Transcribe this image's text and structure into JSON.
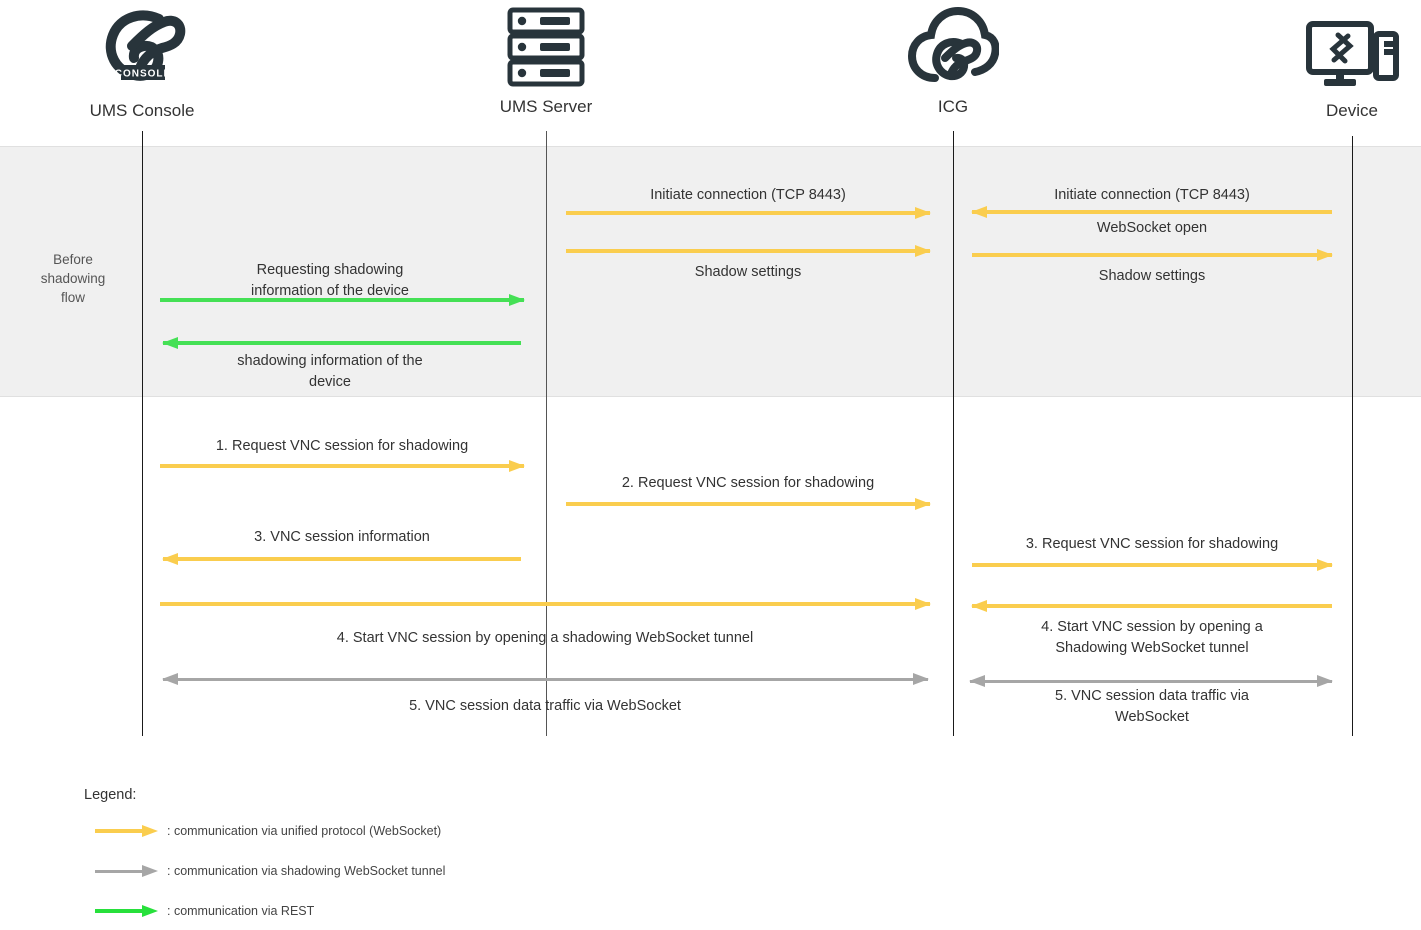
{
  "diagram": {
    "title": "IGEL UMS device shadowing sequence diagram",
    "colors": {
      "unified_protocol": "#FACD4E",
      "shadowing_tunnel": "#A6A6A6",
      "rest": "#45E055",
      "band_background": "#f0f0f0",
      "lifeline": "#1a1a1a",
      "text": "#333333"
    }
  },
  "actors": [
    {
      "id": "ums-console",
      "label": "UMS Console",
      "icon": "igel-console-logo-icon"
    },
    {
      "id": "ums-server",
      "label": "UMS Server",
      "icon": "server-rack-icon"
    },
    {
      "id": "icg",
      "label": "ICG",
      "icon": "cloud-gateway-icon"
    },
    {
      "id": "device",
      "label": "Device",
      "icon": "desktop-device-icon"
    }
  ],
  "phase": {
    "label": "Before\nshadowing\nflow",
    "label_lines": [
      "Before",
      "shadowing",
      "flow"
    ]
  },
  "messages": {
    "before_flow": [
      {
        "id": "m-requesting-shadowing-info",
        "text": "Requesting shadowing\ninformation of the device",
        "from": "ums-console",
        "to": "ums-server",
        "direction": "right",
        "style": "rest"
      },
      {
        "id": "m-shadowing-info",
        "text": "shadowing information of the\ndevice",
        "from": "ums-server",
        "to": "ums-console",
        "direction": "left",
        "style": "rest"
      },
      {
        "id": "m-initiate-connection-server",
        "text": "Initiate connection (TCP 8443)",
        "from": "ums-server",
        "to": "icg",
        "direction": "right",
        "style": "unified"
      },
      {
        "id": "m-shadow-settings-server",
        "text": "Shadow settings",
        "from": "ums-server",
        "to": "icg",
        "direction": "right",
        "style": "unified"
      },
      {
        "id": "m-initiate-connection-device",
        "text": "Initiate connection (TCP 8443)",
        "from": "device",
        "to": "icg",
        "direction": "left",
        "style": "unified"
      },
      {
        "id": "m-websocket-open",
        "text": "WebSocket open",
        "from": "icg",
        "to": "device",
        "direction": "right",
        "style": "unified"
      },
      {
        "id": "m-shadow-settings-device",
        "text": "Shadow settings",
        "from": "icg",
        "to": "device",
        "direction": "right",
        "style": "unified"
      }
    ],
    "shadowing_flow": [
      {
        "id": "m-step-1",
        "step": "1.",
        "text": "1.   Request VNC session for shadowing",
        "from": "ums-console",
        "to": "ums-server",
        "direction": "right",
        "style": "unified"
      },
      {
        "id": "m-step-2",
        "step": "2.",
        "text": "2.   Request VNC session for shadowing",
        "from": "ums-server",
        "to": "icg",
        "direction": "right",
        "style": "unified"
      },
      {
        "id": "m-step-3-left",
        "step": "3.",
        "text": "3.   VNC session information",
        "from": "ums-server",
        "to": "ums-console",
        "direction": "left",
        "style": "unified"
      },
      {
        "id": "m-step-3-right",
        "step": "3.",
        "text": "3.   Request VNC session for shadowing",
        "from": "icg",
        "to": "device",
        "direction": "right",
        "style": "unified"
      },
      {
        "id": "m-step-4-left",
        "step": "4.",
        "text": "4.   Start VNC session by opening a shadowing WebSocket tunnel",
        "from": "ums-console",
        "to": "icg",
        "direction": "right",
        "style": "unified"
      },
      {
        "id": "m-step-4-right",
        "step": "4.",
        "text": "4.   Start VNC session by opening a\nShadowing WebSocket tunnel",
        "from": "device",
        "to": "icg",
        "direction": "left",
        "style": "unified"
      },
      {
        "id": "m-step-5-left",
        "step": "5.",
        "text": "5.   VNC session data traffic via WebSocket",
        "from": "ums-console",
        "to": "icg",
        "direction": "both",
        "style": "tunnel"
      },
      {
        "id": "m-step-5-right",
        "step": "5.",
        "text": "5.   VNC session data traffic via\nWebSocket",
        "from": "icg",
        "to": "device",
        "direction": "both",
        "style": "tunnel"
      }
    ]
  },
  "captions": {
    "requesting_shadowing_info_l1": "Requesting shadowing",
    "requesting_shadowing_info_l2": "information of the device",
    "shadowing_info_l1": "shadowing information of the",
    "shadowing_info_l2": "device",
    "initiate_connection_server": "Initiate connection (TCP 8443)",
    "shadow_settings_server": "Shadow settings",
    "initiate_connection_device": "Initiate connection (TCP 8443)",
    "websocket_open": "WebSocket open",
    "shadow_settings_device": "Shadow settings",
    "step1": "1.   Request VNC session for shadowing",
    "step2": "2.   Request VNC session for shadowing",
    "step3_left": "3.   VNC session information",
    "step3_right": "3.   Request VNC session for shadowing",
    "step4_left": "4.   Start VNC session by opening a shadowing WebSocket tunnel",
    "step4_right_l1": "4.   Start VNC session by opening a",
    "step4_right_l2": "Shadowing WebSocket tunnel",
    "step5_left": "5.   VNC session data traffic via WebSocket",
    "step5_right_l1": "5.   VNC session data traffic via",
    "step5_right_l2": "WebSocket"
  },
  "legend": {
    "title": "Legend:",
    "items": [
      {
        "id": "legend-unified-protocol",
        "color": "#FACD4E",
        "text": ": communication via unified protocol (WebSocket)"
      },
      {
        "id": "legend-shadowing-tunnel",
        "color": "#A6A6A6",
        "text": ": communication via shadowing WebSocket tunnel"
      },
      {
        "id": "legend-rest",
        "color": "#27E03B",
        "text": ": communication via REST"
      }
    ]
  }
}
